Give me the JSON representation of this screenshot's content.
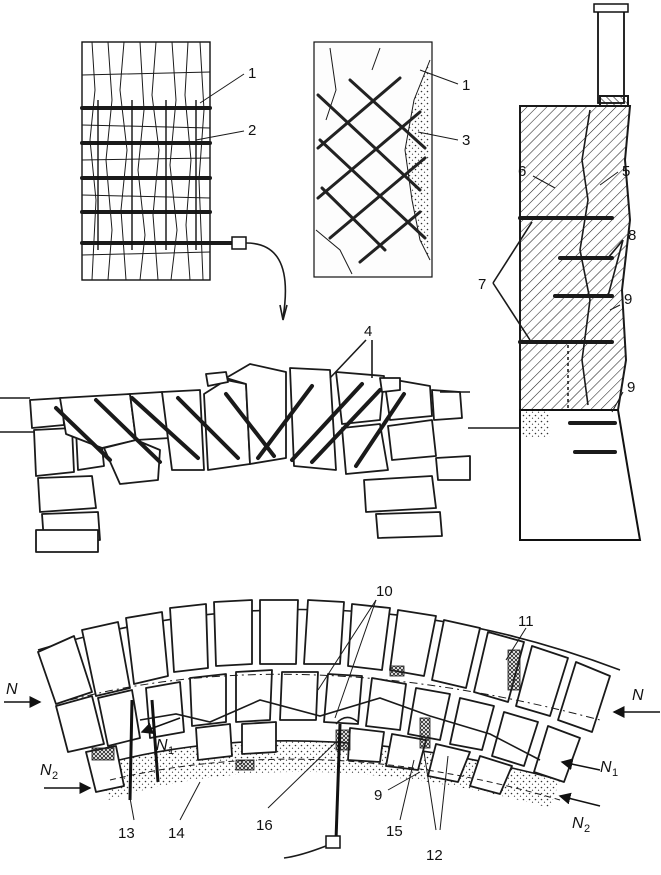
{
  "figure": {
    "callouts": {
      "c1a": "1",
      "c2": "2",
      "c1b": "1",
      "c3": "3",
      "c4": "4",
      "c5": "5",
      "c6": "6",
      "c7": "7",
      "c8": "8",
      "c9a": "9",
      "c9b": "9",
      "c9c": "9",
      "c10": "10",
      "c11": "11",
      "c12": "12",
      "c13": "13",
      "c14": "14",
      "c15": "15",
      "c16": "16"
    },
    "forces": {
      "n_left": "N",
      "n_right": "N",
      "n1_left": "N",
      "n1_left_sub": "1",
      "n1_right": "N",
      "n1_right_sub": "1",
      "n2_left": "N",
      "n2_left_sub": "2",
      "n2_right": "N",
      "n2_right_sub": "2"
    }
  }
}
